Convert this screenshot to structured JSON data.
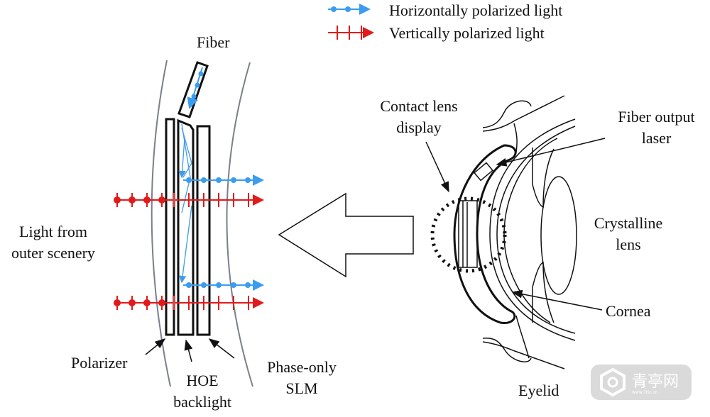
{
  "legend": {
    "horizontal": "Horizontally polarized light",
    "vertical": "Vertically polarized light"
  },
  "labels": {
    "fiber": "Fiber",
    "light_from_outer_1": "Light from",
    "light_from_outer_2": "outer scenery",
    "polarizer": "Polarizer",
    "hoe_1": "HOE",
    "hoe_2": "backlight",
    "slm_1": "Phase-only",
    "slm_2": "SLM",
    "contact_lens_1": "Contact lens",
    "contact_lens_2": "display",
    "fiber_output_1": "Fiber output",
    "fiber_output_2": "laser",
    "crystalline_1": "Crystalline",
    "crystalline_2": "lens",
    "cornea": "Cornea",
    "eyelid": "Eyelid"
  },
  "watermark": {
    "text": "青亭网",
    "sub": "www.7tin.cn"
  },
  "colors": {
    "horizontal": "#3b9cf0",
    "vertical": "#e01b1b",
    "outline": "#111111",
    "curve": "#7a7f8c"
  }
}
